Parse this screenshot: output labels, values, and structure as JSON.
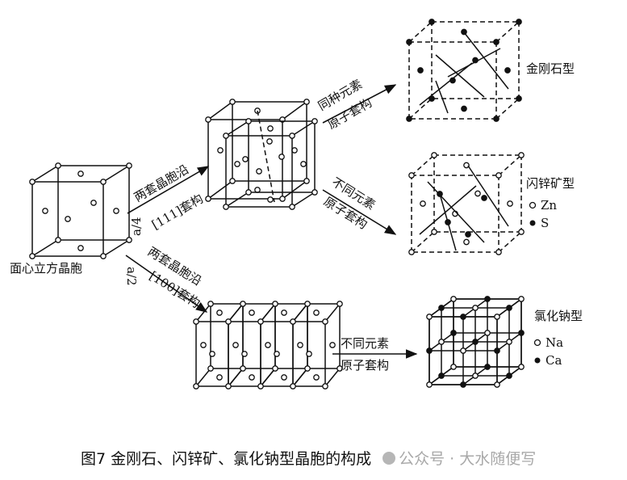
{
  "labels": {
    "fcc": "面心立方晶胞",
    "shift111_top": "两套晶胞沿",
    "shift111_bottom": "[111]套构",
    "shift111_frac": "a/4",
    "shift100_top": "两套晶胞沿",
    "shift100_bottom": "[100]套构",
    "shift100_frac": "a/2",
    "same_top": "同种元素",
    "same_bottom": "原子套构",
    "diff1_top": "不同元素",
    "diff1_bottom": "原子套构",
    "diff2_top": "不同元素",
    "diff2_bottom": "原子套构",
    "diamond": "金刚石型",
    "zincblende": "闪锌矿型",
    "zn": "Zn",
    "s": "S",
    "nacl": "氯化钠型",
    "na": "Na",
    "ca": "Ca"
  },
  "caption": "图7 金刚石、闪锌矿、氯化钠型晶胞的构成",
  "watermark": "公众号 · 大水随便写"
}
